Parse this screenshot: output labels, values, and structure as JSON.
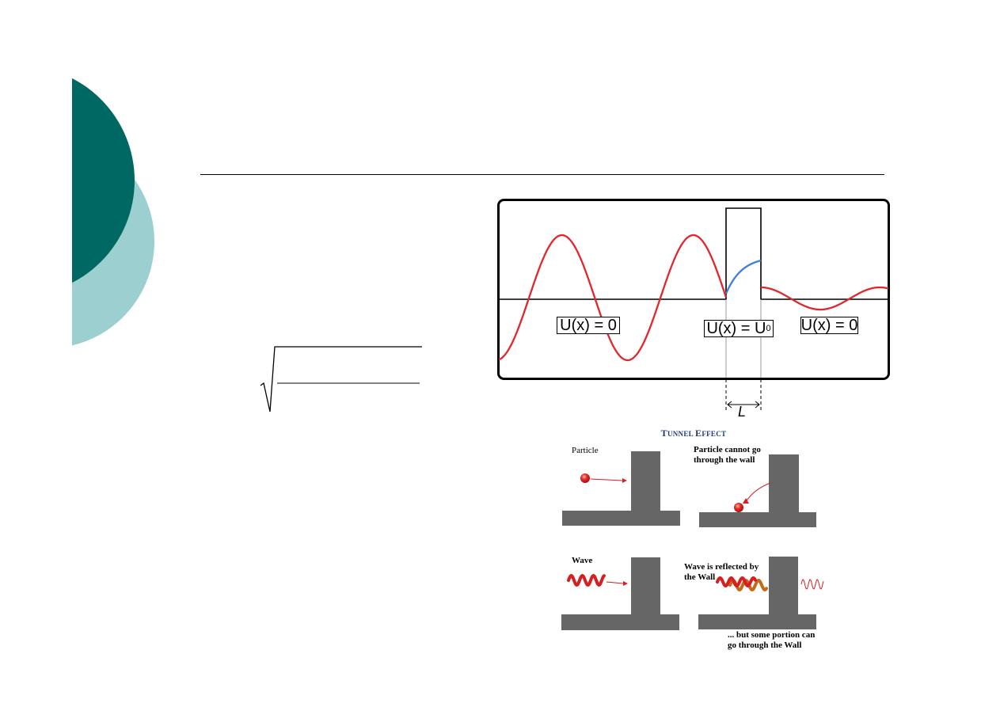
{
  "decor": {
    "circle_dark_color": "#006863",
    "circle_light_color": "#9ccfcf"
  },
  "graph": {
    "wave_color": "#e2262c",
    "decay_color": "#3d80d8",
    "regions": [
      {
        "name": "left",
        "label_main": "U(x) = 0",
        "label_sub": ""
      },
      {
        "name": "barrier",
        "label_main": "U(x) = U",
        "label_sub": "0"
      },
      {
        "name": "right",
        "label_main": "U(x) = 0",
        "label_sub": ""
      }
    ],
    "width_label": "L"
  },
  "tunnel": {
    "title_first": "T",
    "title_rest": "UNNEL ",
    "title_first2": "E",
    "title_rest2": "FFECT",
    "panels": {
      "particle_label": "Particle",
      "particle_blocked_label": "Particle cannot go\nthrough the wall",
      "wave_label": "Wave",
      "wave_reflected_label": "Wave is reflected by\nthe Wall",
      "wave_transmit_label": "... but some portion can\ngo through the Wall"
    },
    "wall_color": "#666666",
    "particle_color": "#e52b2b"
  }
}
